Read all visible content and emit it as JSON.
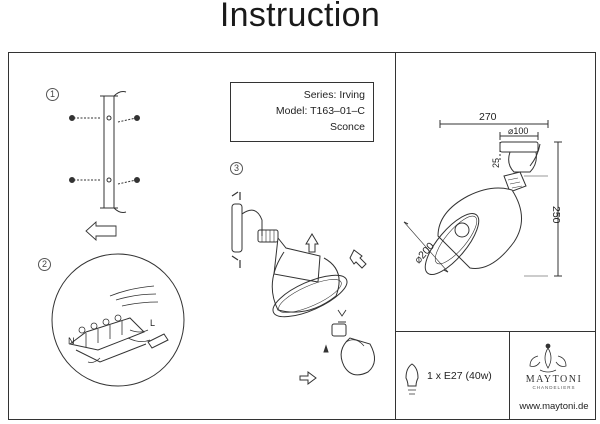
{
  "header": {
    "title": "Instruction"
  },
  "product": {
    "series": "Series: Irving",
    "model": "Model: T163–01–C",
    "type": "Sconce"
  },
  "steps": [
    "1",
    "2",
    "3"
  ],
  "dimensions": {
    "width": "270",
    "base_diameter": "⌀100",
    "height": "250",
    "offset": "25",
    "shade_diameter": "⌀200"
  },
  "wiring_labels": {
    "n": "N",
    "l": "L"
  },
  "lamp_spec": "1 x E27 (40w)",
  "brand": {
    "name": "MAYTONI",
    "tagline": "CHANDELIERS",
    "website": "www.maytoni.de"
  }
}
